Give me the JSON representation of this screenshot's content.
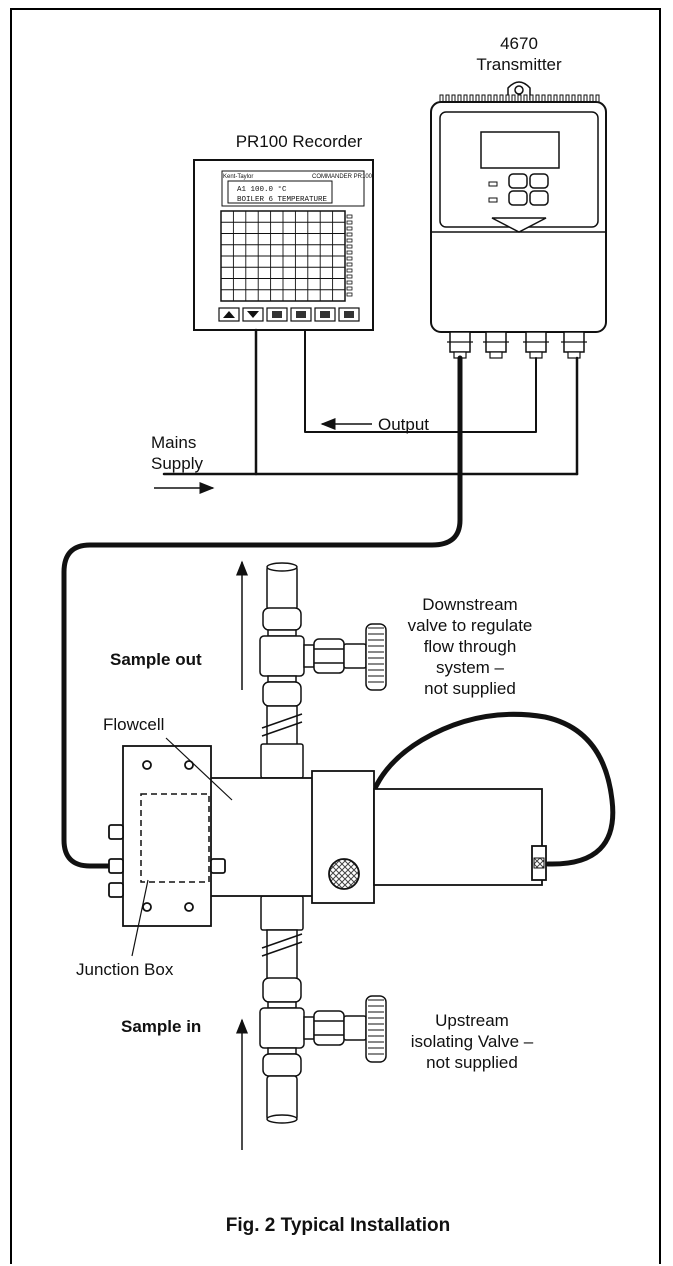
{
  "transmitter": {
    "label_line1": "4670",
    "label_line2": "Transmitter"
  },
  "recorder": {
    "label": "PR100 Recorder",
    "brand": "Kent-Taylor",
    "model_tag": "COMMANDER PR100",
    "display_line1": "A1 100.0  °C",
    "display_line2": "BOILER 6 TEMPERATURE"
  },
  "output_label": "Output",
  "mains_line1": "Mains",
  "mains_line2": "Supply",
  "sample_out_label": "Sample out",
  "sample_in_label": "Sample in",
  "flowcell_label": "Flowcell",
  "junction_box_label": "Junction Box",
  "downstream_note": [
    "Downstream",
    "valve to regulate",
    "flow through",
    "system –",
    "not supplied"
  ],
  "upstream_note": [
    "Upstream",
    "isolating Valve –",
    "not supplied"
  ],
  "caption": "Fig. 2 Typical Installation",
  "colors": {
    "line": "#111111",
    "background": "#ffffff",
    "shade": "#e9e9e9"
  }
}
